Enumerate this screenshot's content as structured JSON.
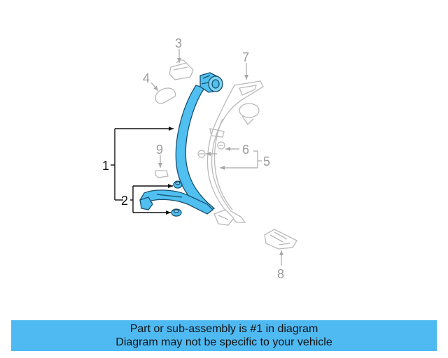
{
  "diagram": {
    "colors": {
      "highlight": "#4fc0f0",
      "ghost": "#b9b9b9",
      "callout_dark": "#111111",
      "callout_light": "#9a9a9a"
    },
    "callouts": {
      "c1": "1",
      "c2": "2",
      "c3": "3",
      "c4": "4",
      "c5": "5",
      "c6": "6",
      "c7": "7",
      "c8": "8",
      "c9": "9"
    }
  },
  "banner": {
    "line1": "Part or sub-assembly is #1 in diagram",
    "line2": "Diagram may not be specific to your vehicle",
    "color": "#4fb9f1"
  }
}
